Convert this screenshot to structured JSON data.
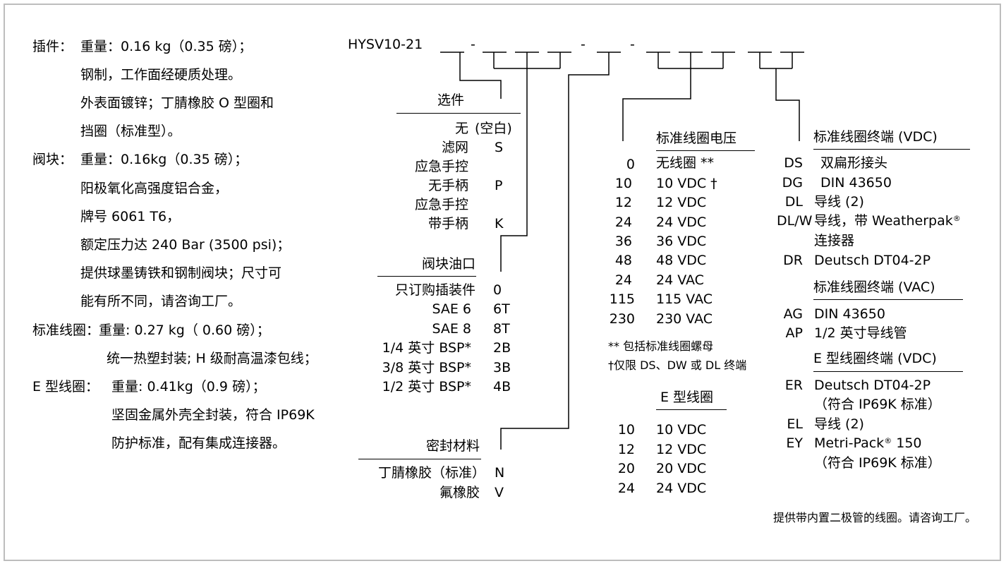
{
  "left": {
    "items": [
      {
        "label": "插件：",
        "lines": [
          "重量：0.16 kg（0.35 磅）；",
          "钢制，工作面经硬质处理。",
          "外表面镀锌；丁腈橡胶 O 型圈和",
          "挡圈（标准型）。"
        ]
      },
      {
        "label": "阀块：",
        "lines": [
          "重量：0.16kg（0.35 磅）；",
          "阳极氧化高强度铝合金，",
          "牌号 6061 T6，",
          "额定压力达 240 Bar (3500 psi)；",
          "提供球墨铸铁和钢制阀块；尺寸可",
          "能有所不同，请咨询工厂。"
        ]
      },
      {
        "label": "标准线圈：",
        "lines": [
          "重量: 0.27 kg（ 0.60 磅）；",
          "统一热塑封装; H 级耐高温漆包线；"
        ]
      },
      {
        "label": "E 型线圈：",
        "lines": [
          "重量: 0.41kg（0.9 磅）；",
          "坚固金属外壳全封装，符合 IP69K",
          "防护标准，配有集成连接器。"
        ]
      }
    ]
  },
  "model": {
    "code": "HYSV10-21",
    "dashes": [
      "-",
      "-",
      "-"
    ]
  },
  "options": {
    "title": "选件",
    "rows": [
      {
        "name": "无",
        "code": "(空白)"
      },
      {
        "name": "滤网",
        "code": "S"
      },
      {
        "name": "应急手控",
        "code": ""
      },
      {
        "name": "无手柄",
        "code": "P"
      },
      {
        "name": "应急手控",
        "code": ""
      },
      {
        "name": "带手柄",
        "code": "K"
      }
    ]
  },
  "ports": {
    "title": "阀块油口",
    "rows": [
      {
        "name": "只订购插装件",
        "code": "0"
      },
      {
        "name": "SAE 6",
        "code": "6T"
      },
      {
        "name": "SAE 8",
        "code": "8T"
      },
      {
        "name": "1/4 英寸 BSP*",
        "code": "2B"
      },
      {
        "name": "3/8 英寸 BSP*",
        "code": "3B"
      },
      {
        "name": "1/2 英寸 BSP*",
        "code": "4B"
      }
    ]
  },
  "seals": {
    "title": "密封材料",
    "rows": [
      {
        "name": "丁腈橡胶（标准）",
        "code": "N"
      },
      {
        "name": "氟橡胶",
        "code": "V"
      }
    ]
  },
  "voltage": {
    "title": "标准线圈电压",
    "rows": [
      {
        "code": "0",
        "name": "无线圈 **"
      },
      {
        "code": "10",
        "name": "10 VDC †"
      },
      {
        "code": "12",
        "name": "12 VDC"
      },
      {
        "code": "24",
        "name": "24 VDC"
      },
      {
        "code": "36",
        "name": "36 VDC"
      },
      {
        "code": "48",
        "name": "48 VDC"
      },
      {
        "code": "24",
        "name": "24 VAC"
      },
      {
        "code": "115",
        "name": "115 VAC"
      },
      {
        "code": "230",
        "name": "230 VAC"
      }
    ],
    "notes": [
      "** 包括标准线圈螺母",
      "†仅限 DS、DW 或 DL 终端"
    ]
  },
  "ecoil": {
    "title": "E 型线圈",
    "rows": [
      {
        "code": "10",
        "name": "10 VDC"
      },
      {
        "code": "12",
        "name": "12 VDC"
      },
      {
        "code": "20",
        "name": "20 VDC"
      },
      {
        "code": "24",
        "name": "24 VDC"
      }
    ]
  },
  "term_vdc": {
    "title": "标准线圈终端 (VDC)",
    "rows": [
      {
        "code": "DS",
        "name": "双扁形接头"
      },
      {
        "code": "DG",
        "name": "DIN 43650"
      },
      {
        "code": "DL",
        "name": "导线 (2)"
      },
      {
        "code": "DL/W",
        "name": "导线，带 Weatherpak",
        "mark": "®",
        "cont": "连接器"
      },
      {
        "code": "DR",
        "name": "Deutsch DT04-2P"
      }
    ]
  },
  "term_vac": {
    "title": "标准线圈终端 (VAC)",
    "rows": [
      {
        "code": "AG",
        "name": "DIN 43650"
      },
      {
        "code": "AP",
        "name": "1/2 英寸导线管"
      }
    ]
  },
  "term_e": {
    "title": "E 型线圈终端 (VDC)",
    "rows": [
      {
        "code": "ER",
        "name": "Deutsch DT04-2P",
        "cont": "（符合 IP69K 标准）"
      },
      {
        "code": "EL",
        "name": "导线 (2)"
      },
      {
        "code": "EY",
        "name": "Metri-Pack",
        "mark": "®",
        "name2": " 150",
        "cont": "（符合 IP69K 标准）"
      }
    ]
  },
  "footer": "提供带内置二极管的线圈。请咨询工厂。"
}
